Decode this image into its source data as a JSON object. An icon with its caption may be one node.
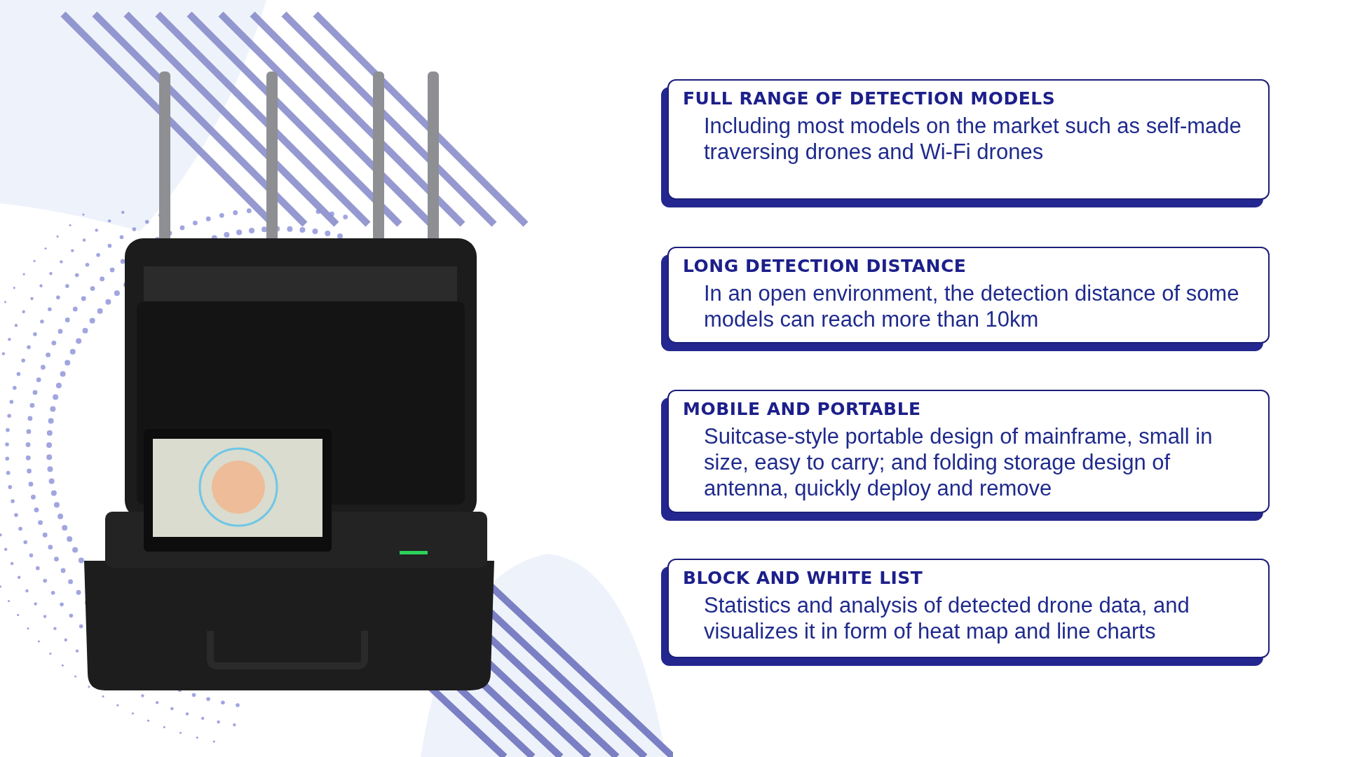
{
  "diagram": {
    "nodes": [
      {
        "text": [
          "FULL RANGE OF DETECTION MODELS",
          "Including most models on the market such as self-made traversing drones and Wi-Fi drones"
        ]
      },
      {
        "text": [
          "LONG DETECTION DISTANCE",
          "In an open environment, the detection distance of some models can reach more than 10km"
        ]
      },
      {
        "text": [
          "MOBILE AND PORTABLE",
          "Suitcase-style portable design of mainframe, small in size, easy to carry; and folding storage design of antenna, quickly deploy and remove"
        ]
      },
      {
        "text": [
          "BLOCK AND WHITE LIST",
          "Statistics and analysis of detected drone data, and visualizes it in form of heat map and line charts"
        ]
      }
    ]
  }
}
